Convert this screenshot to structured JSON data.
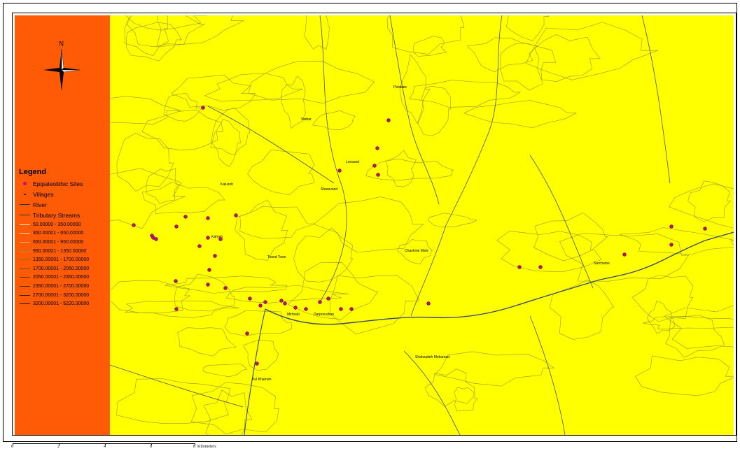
{
  "map": {
    "north_label": "N",
    "legend": {
      "title": "Legend",
      "items": [
        {
          "label": "Epipaleolithic Sites",
          "symbol": "dot",
          "color": "#c0117a"
        },
        {
          "label": "Villages",
          "symbol": "village"
        },
        {
          "label": "River",
          "symbol": "line"
        },
        {
          "label": "Tributary Streams",
          "symbol": "line"
        }
      ],
      "elevation_classes": [
        "50.00000 - 350.00000",
        "350.00001 - 650.00000",
        "650.00001 - 950.00000",
        "950.00001 - 1350.00000",
        "1350.00001 - 1700.00000",
        "1700.00001 - 2050.00000",
        "2050.00001 - 2350.00000",
        "2350.00001 - 2700.00000",
        "2700.00001 - 3200.00000",
        "3200.00001 - 5220.00000"
      ]
    },
    "places": [
      "Pelakaw",
      "Varbar",
      "Lonsand",
      "Kaluzeh",
      "Sharavand",
      "Kahreh",
      "Tound Town",
      "Chashme Mahi",
      "Sarchame",
      "Mirhouti",
      "Darproushan",
      "Shahzadeh Mohamad",
      "Pul Kharneh"
    ],
    "scale_bar": {
      "ticks": [
        "0",
        "2",
        "4",
        "6",
        "8"
      ],
      "unit": "Kilometers"
    },
    "colors": {
      "background_panel": "#ff5a05",
      "map_fill": "#ffff00",
      "site_marker": "#c0117a"
    }
  }
}
